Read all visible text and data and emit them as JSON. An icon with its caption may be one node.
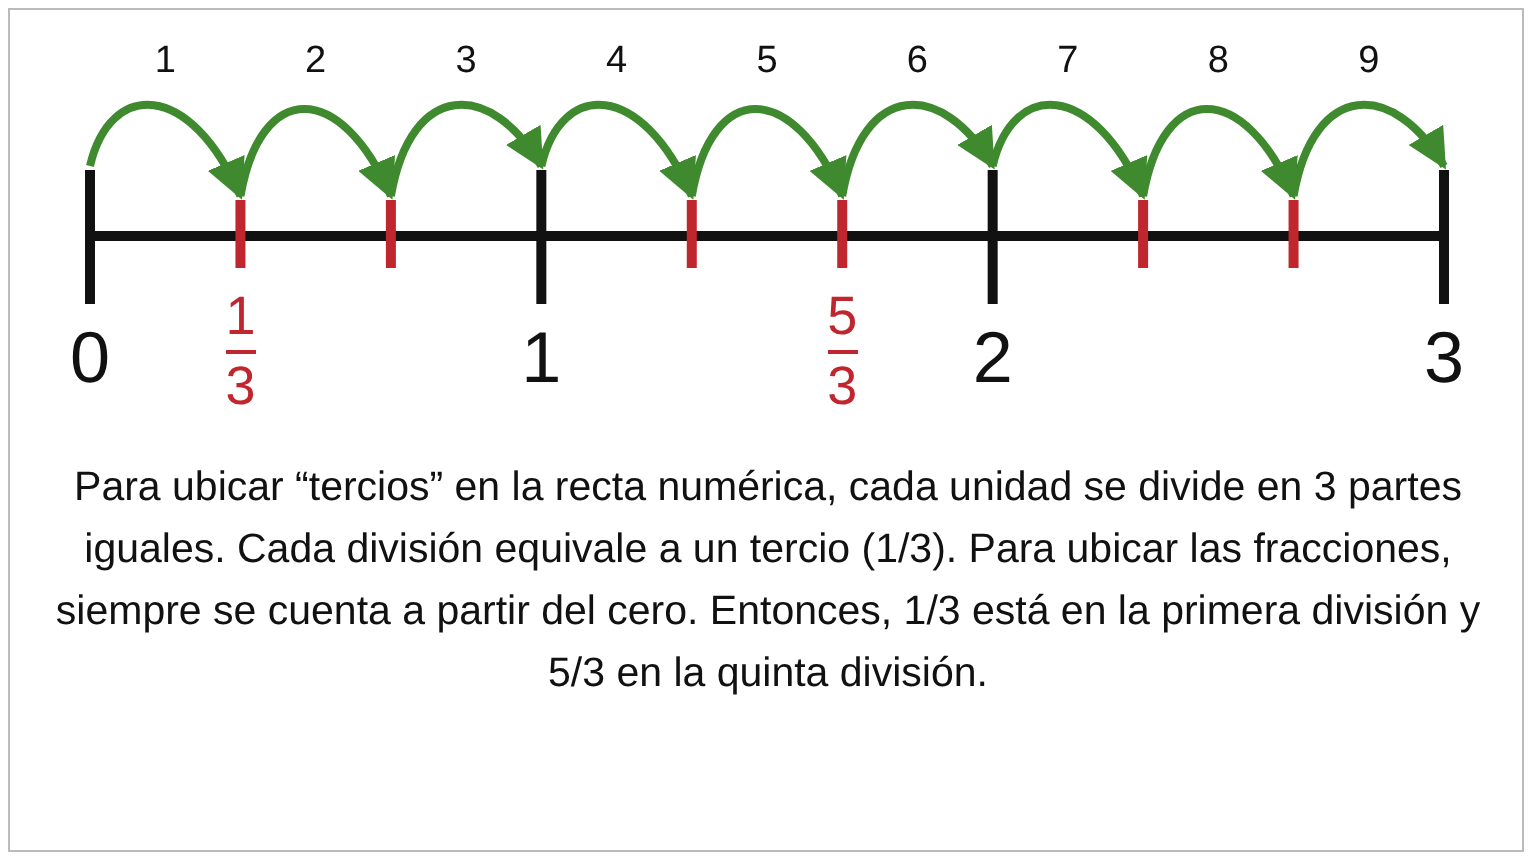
{
  "diagram": {
    "nodes": [
      {
        "text": [],
        "shape": "bar",
        "beside": [
          "0"
        ]
      },
      {
        "text": [],
        "shape": "bar",
        "beside": [
          "1/3"
        ]
      },
      {
        "text": [],
        "shape": "bar"
      },
      {
        "text": [],
        "shape": "bar",
        "beside": [
          "1"
        ]
      },
      {
        "text": [],
        "shape": "bar"
      },
      {
        "text": [],
        "shape": "bar",
        "beside": [
          "5/3"
        ]
      },
      {
        "text": [],
        "shape": "bar",
        "beside": [
          "2"
        ]
      },
      {
        "text": [],
        "shape": "bar"
      },
      {
        "text": [],
        "shape": "bar"
      },
      {
        "text": [],
        "shape": "bar",
        "beside": [
          "3"
        ]
      }
    ],
    "edges": [
      {
        "from": 0,
        "to": 1,
        "arrow": "to",
        "label": "1"
      },
      {
        "from": 1,
        "to": 2,
        "arrow": "to",
        "label": "2"
      },
      {
        "from": 2,
        "to": 3,
        "arrow": "to",
        "label": "3"
      },
      {
        "from": 3,
        "to": 4,
        "arrow": "to",
        "label": "4"
      },
      {
        "from": 4,
        "to": 5,
        "arrow": "to",
        "label": "5"
      },
      {
        "from": 5,
        "to": 6,
        "arrow": "to",
        "label": "6"
      },
      {
        "from": 6,
        "to": 7,
        "arrow": "to",
        "label": "7"
      },
      {
        "from": 7,
        "to": 8,
        "arrow": "to",
        "label": "8"
      },
      {
        "from": 8,
        "to": 9,
        "arrow": "to",
        "label": "9"
      }
    ],
    "labels": [
      "Para ubicar “tercios” en la recta numérica, cada unidad se divide en 3 partes iguales. Cada división equivale a un tercio (1/3). Para ubicar las fracciones, siempre se cuenta a partir del cero. Entonces, 1/3 está en la primera división y 5/3 en la quinta división."
    ]
  }
}
